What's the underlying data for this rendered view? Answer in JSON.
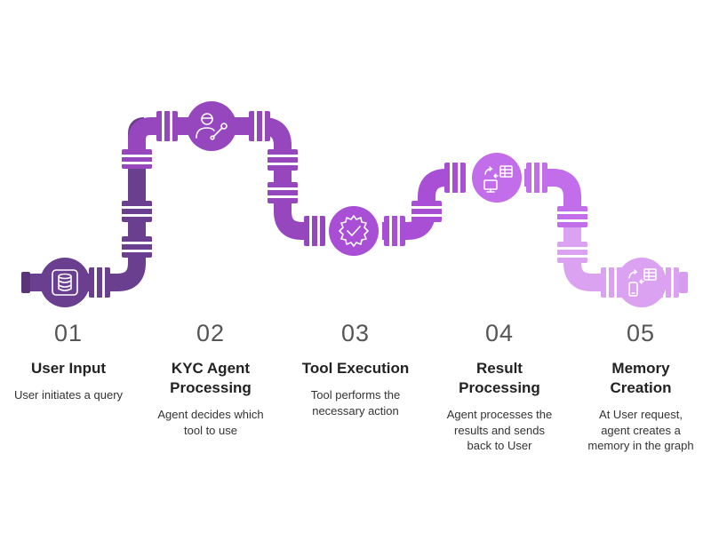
{
  "colors": {
    "stage1": "#6b3f8f",
    "stage1_dark": "#5a3478",
    "stage2": "#9647bd",
    "stage3": "#a84fd6",
    "stage4": "#c26de9",
    "stage5": "#dba2f2",
    "band": "#ffffff"
  },
  "steps": [
    {
      "number": "01",
      "title_lines": [
        "User Input"
      ],
      "desc_lines": [
        "User initiates a query"
      ],
      "icon": "database-icon"
    },
    {
      "number": "02",
      "title_lines": [
        "KYC Agent",
        "Processing"
      ],
      "desc_lines": [
        "Agent decides which",
        "tool to use"
      ],
      "icon": "user-wrench-icon"
    },
    {
      "number": "03",
      "title_lines": [
        "Tool Execution"
      ],
      "desc_lines": [
        "Tool performs the",
        "necessary action"
      ],
      "icon": "gear-check-icon"
    },
    {
      "number": "04",
      "title_lines": [
        "Result",
        "Processing"
      ],
      "desc_lines": [
        "Agent processes the",
        "results and sends",
        "back to User"
      ],
      "icon": "monitor-table-icon"
    },
    {
      "number": "05",
      "title_lines": [
        "Memory",
        "Creation"
      ],
      "desc_lines": [
        "At User request,",
        "agent creates a",
        "memory in the graph"
      ],
      "icon": "phone-table-icon"
    }
  ]
}
